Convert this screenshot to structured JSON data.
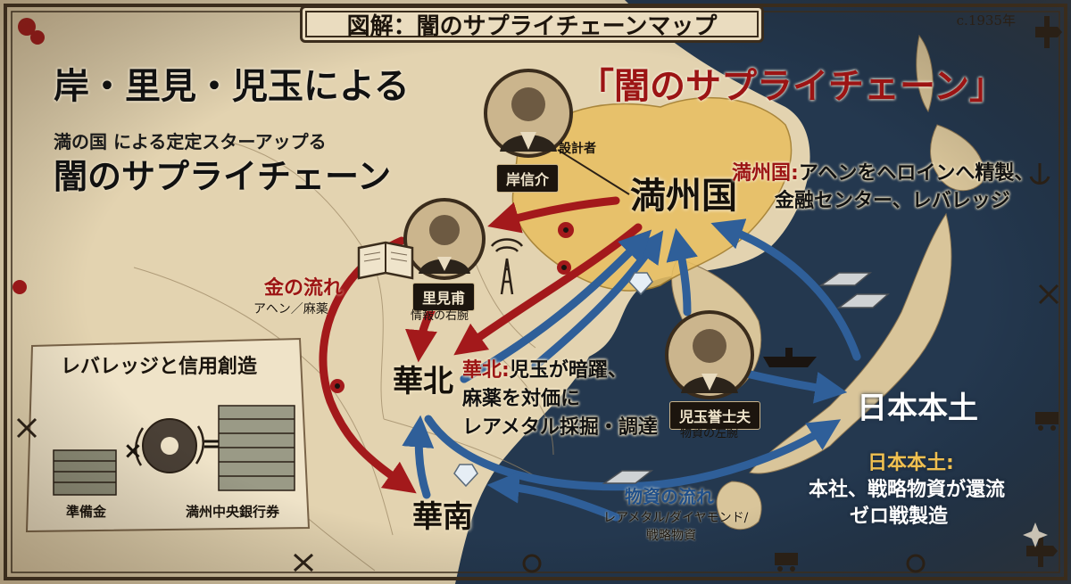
{
  "header": {
    "title": "図解：闇のサプライチェーンマップ",
    "year": "c.1935年"
  },
  "headline": {
    "part1": "岸・里見・児玉による",
    "part2": "「闇のサプライチェーン」"
  },
  "subtitle": {
    "line1": "満の国 による定定スターアップる",
    "line2": "闇のサプライチェーン"
  },
  "people": [
    {
      "name": "岸信介",
      "role": "設計者",
      "icon": "portrait-kishi"
    },
    {
      "name": "里見甫",
      "role": "情報の右腕",
      "icon": "portrait-satomi"
    },
    {
      "name": "児玉誉士夫",
      "role": "物資の左腕",
      "icon": "portrait-kodama"
    }
  ],
  "regions": {
    "manchukuo": "満州国",
    "north_china": "華北",
    "south_china": "華南",
    "japan": "日本本土"
  },
  "notes": {
    "manchukuo_head": "満州国:",
    "manchukuo_line1": "アヘンをヘロインへ精製、",
    "manchukuo_line2": "金融センター、レバレッジ",
    "north_head": "華北:",
    "north_line1": "児玉が暗躍、",
    "north_line2": "麻薬を対価に",
    "north_line3": "レアメタル採掘・調達",
    "japan_head": "日本本土:",
    "japan_line1": "本社、戦略物資が還流",
    "japan_line2": "ゼロ戦製造"
  },
  "flows": {
    "money_title": "金の流れ",
    "money_sub": "アヘン／麻薬",
    "goods_title": "物資の流れ",
    "goods_sub1": "レアメタル/ダイヤモンド/",
    "goods_sub2": "戦略物資"
  },
  "leverage_panel": {
    "title": "レバレッジと信用創造",
    "reserve_label": "準備金",
    "note_label": "満州中央銀行券",
    "multiply": "×",
    "equals": "="
  },
  "colors": {
    "parchment": "#e3d3b0",
    "sea": "#24384f",
    "manchukuo": "#e8bf62",
    "money_arrow": "#a3191b",
    "goods_arrow": "#2f5f99",
    "frame": "#3a2c1c"
  },
  "icons": [
    "poppy-icon",
    "diamond-icon",
    "silver-ingot-icon",
    "radio-tower-icon",
    "book-icon",
    "ship-icon",
    "airplane-icon",
    "gear-icon",
    "hammer-icon",
    "train-icon",
    "anchor-icon",
    "sparkle-icon"
  ]
}
